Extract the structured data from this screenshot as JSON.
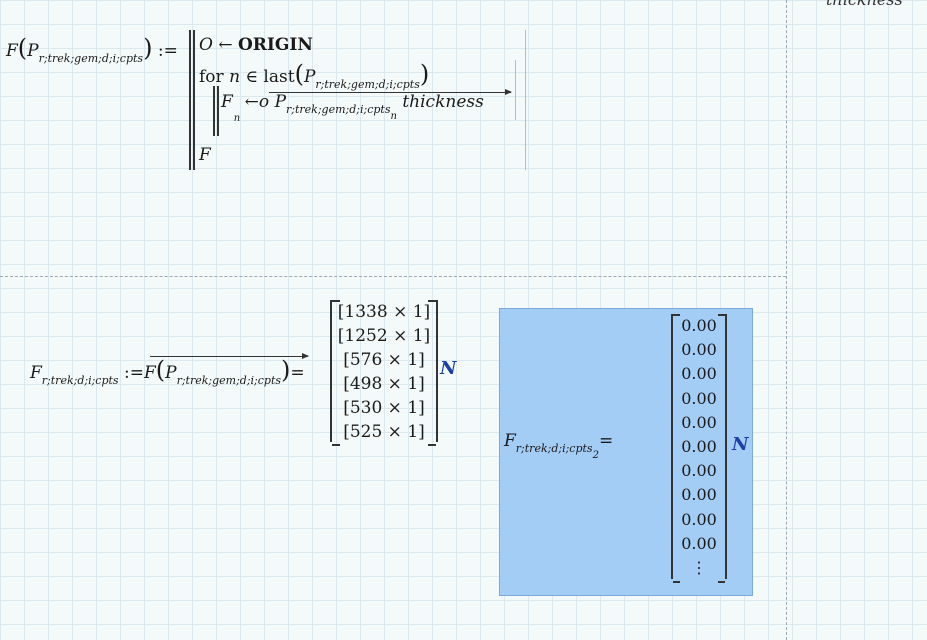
{
  "corner_text": "thickness",
  "definition": {
    "fname": "F",
    "param": "P",
    "param_sub": "r;trek;gem;d;i;cpts",
    "assign": ":="
  },
  "program": {
    "line1_var": "O",
    "line1_arrow": "←",
    "line1_value": "ORIGIN",
    "line2_for": "for",
    "line2_var": "n",
    "line2_in": "∈",
    "line2_func": "last",
    "line2_arg": "P",
    "line2_arg_sub": "r;trek;gem;d;i;cpts",
    "line3_lhs": "F",
    "line3_lhs_sub": "n",
    "line3_arrow": "←",
    "line3_o": "o",
    "line3_P": "P",
    "line3_P_sub": "r;trek;gem;d;i;cpts",
    "line3_P_sub2": "n",
    "line3_thickness": "thickness",
    "line4_return": "F"
  },
  "eval1": {
    "lhs": "F",
    "lhs_sub": "r;trek;d;i;cpts",
    "assign": ":=",
    "rhs_f": "F",
    "rhs_P": "P",
    "rhs_P_sub": "r;trek;gem;d;i;cpts",
    "equals": "=",
    "rows": [
      "[1338 × 1]",
      "[1252 × 1]",
      "[576 × 1]",
      "[498 × 1]",
      "[530 × 1]",
      "[525 × 1]"
    ],
    "unit": "N"
  },
  "eval2": {
    "lhs": "F",
    "lhs_sub": "r;trek;d;i;cpts",
    "lhs_sub2": "2",
    "equals": "=",
    "rows": [
      "0.00",
      "0.00",
      "0.00",
      "0.00",
      "0.00",
      "0.00",
      "0.00",
      "0.00",
      "0.00",
      "0.00",
      "⋮"
    ],
    "unit": "N"
  }
}
